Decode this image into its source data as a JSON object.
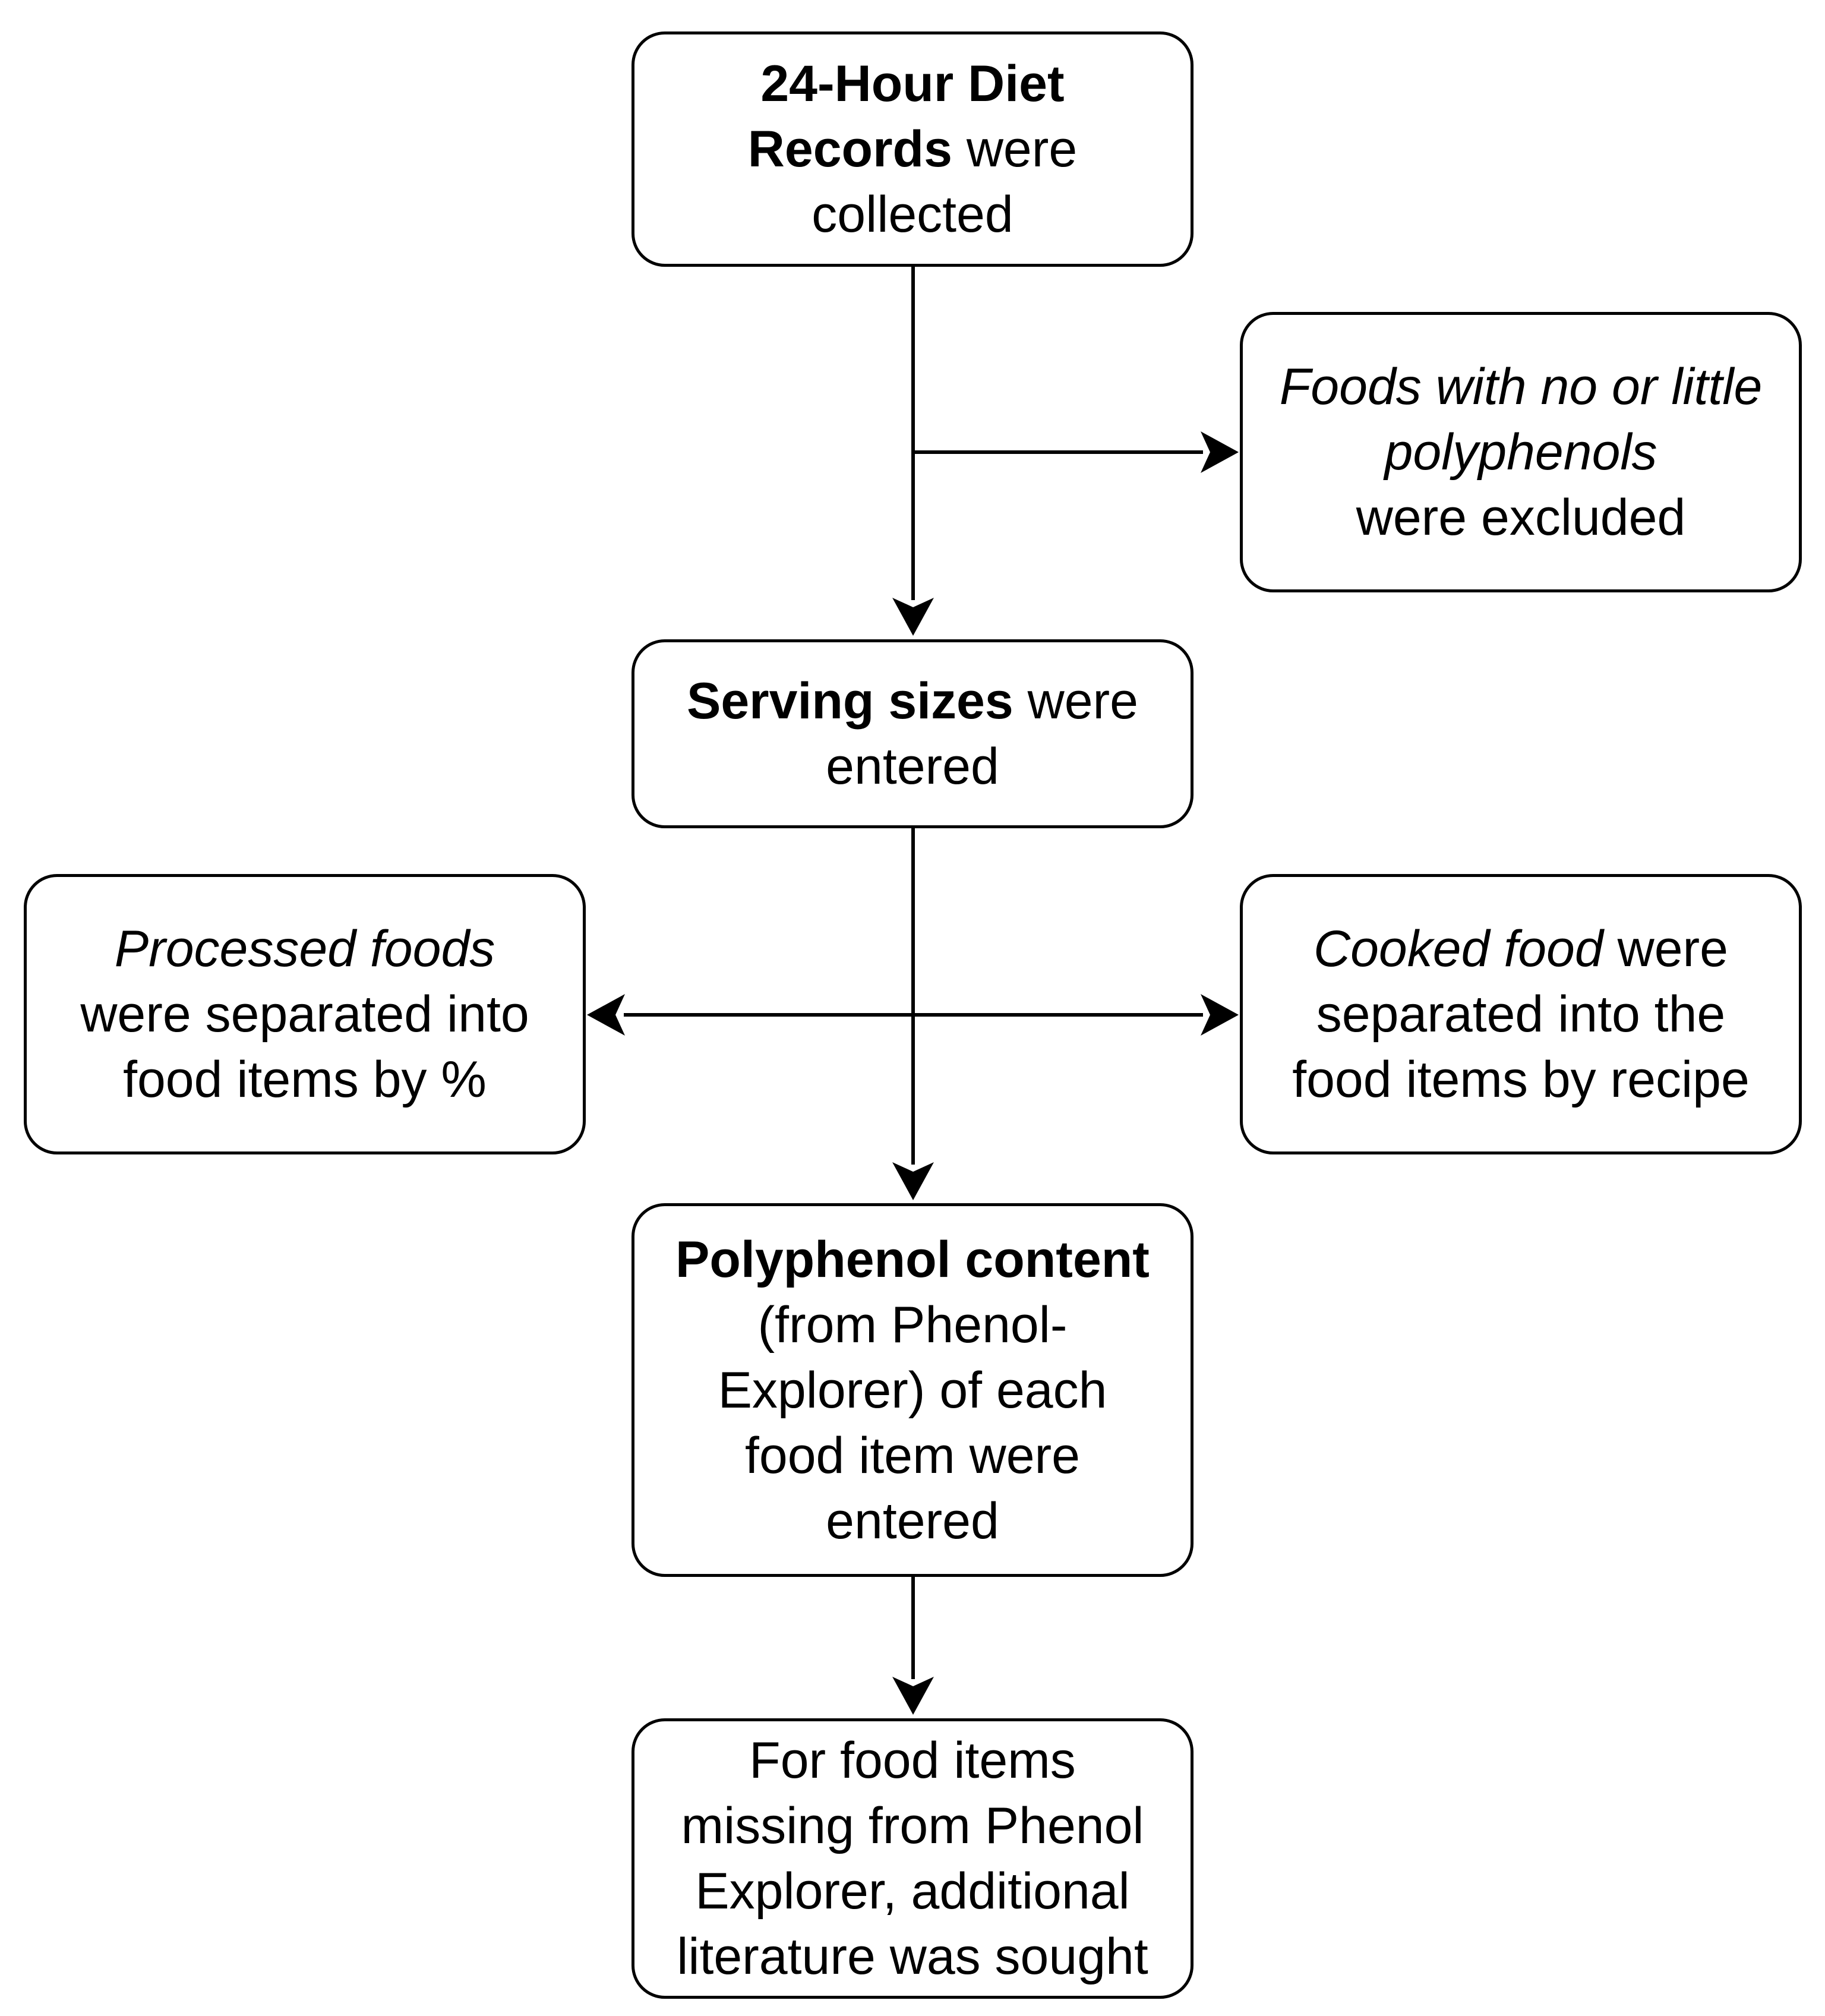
{
  "boxes": {
    "diet_records": {
      "line1": "24-Hour Diet",
      "line2_bold": "Records",
      "line2_rest": " were",
      "line3": "collected"
    },
    "excluded": {
      "line1": "Foods with no or little",
      "line2": "polyphenols",
      "line3": "were excluded"
    },
    "serving_sizes": {
      "line1_bold": "Serving sizes",
      "line1_rest": " were",
      "line2": "entered"
    },
    "processed": {
      "line1": "Processed foods",
      "line2": "were separated into",
      "line3": "food items by %"
    },
    "cooked": {
      "line1_italic": "Cooked food",
      "line1_rest": " were",
      "line2": "separated into the",
      "line3": "food items by recipe"
    },
    "polyphenol_content": {
      "line1": "Polyphenol content",
      "line2": "(from Phenol-",
      "line3": "Explorer) of each",
      "line4": "food item were",
      "line5": "entered"
    },
    "missing": {
      "line1": "For food items",
      "line2": "missing from Phenol",
      "line3": "Explorer, additional",
      "line4": "literature was sought"
    }
  },
  "colors": {
    "stroke": "#000000",
    "background": "#ffffff"
  }
}
